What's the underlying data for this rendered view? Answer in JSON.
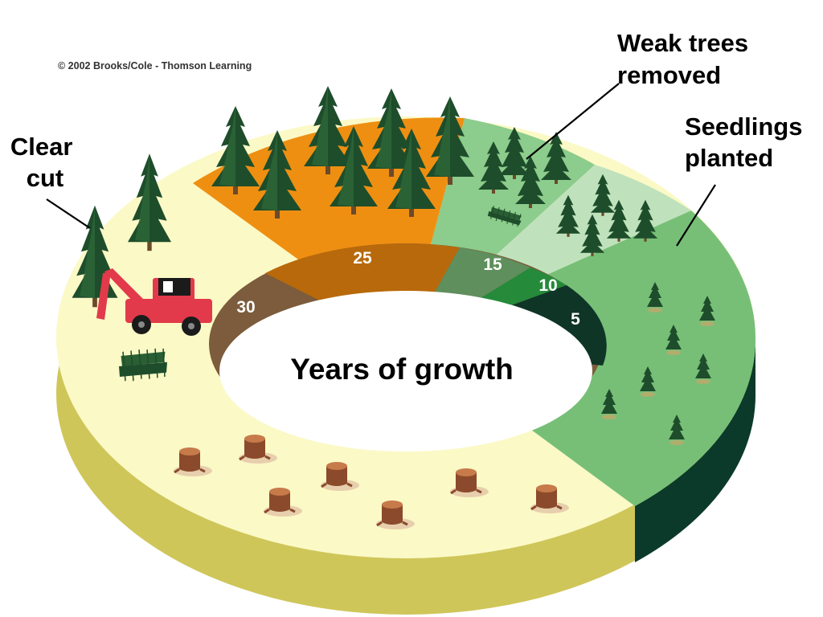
{
  "copyright": "© 2002 Brooks/Cole - Thomson Learning",
  "center_title": "Years of growth",
  "labels": {
    "clear_cut": [
      "Clear",
      "cut"
    ],
    "weak_trees": [
      "Weak trees",
      "removed"
    ],
    "seedlings": [
      "Seedlings",
      "planted"
    ]
  },
  "segments": [
    {
      "label": "30",
      "color": "#7c5c3c"
    },
    {
      "label": "25",
      "color": "#b8690b"
    },
    {
      "label": "15",
      "color": "#5f8f5c"
    },
    {
      "label": "10",
      "color": "#258a3a"
    },
    {
      "label": "5",
      "color": "#0f3527"
    }
  ],
  "colors": {
    "clear_cut_top": "#fbf9c6",
    "clear_cut_side": "#cfc65a",
    "seedling_top": "#77bf77",
    "seedling_side": "#0b3a2a",
    "mature_top": "#ee8f12",
    "thinned_top": "#8ccc8c",
    "young_top": "#bfe2bc",
    "tree": "#1e4d2b"
  },
  "icons": [
    "conifer-tree-icon",
    "tree-stump-icon",
    "logging-machine-icon",
    "felled-logs-icon"
  ]
}
